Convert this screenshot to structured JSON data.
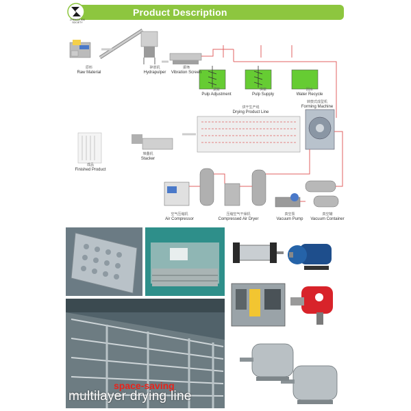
{
  "header": {
    "title": "Product Description",
    "logo_text": "ZHENGZHOU SOCIETY"
  },
  "diagram": {
    "steps": {
      "raw_material": {
        "zh": "原料",
        "en": "Raw Material"
      },
      "hydrapulper": {
        "zh": "碎浆机",
        "en": "Hydrapulper"
      },
      "vibration_screen": {
        "zh": "振筛",
        "en": "Vibration Screen"
      },
      "pulp_adjustment": {
        "zh": "调浆",
        "en": "Pulp Adjustment"
      },
      "pulp_supply": {
        "zh": "供浆",
        "en": "Pulp Supply"
      },
      "water_recycle": {
        "zh": "回水",
        "en": "Water Recycle"
      },
      "forming_machine": {
        "zh": "转鼓式成型机",
        "en": "Forming Machine"
      },
      "drying_line": {
        "zh": "烘干生产线",
        "en": "Drying Product Line"
      },
      "finished_product": {
        "zh": "成品",
        "en": "Finished Product"
      },
      "stacker": {
        "zh": "堆叠机",
        "en": "Stacker"
      },
      "air_compressor": {
        "zh": "空气压缩机",
        "en": "Air Compressor"
      },
      "air_dryer": {
        "zh": "压缩空气干燥机",
        "en": "Compressed Air Dryer"
      },
      "vacuum_pump": {
        "zh": "真空泵",
        "en": "Vacuum Pump"
      },
      "vacuum_container": {
        "zh": "真空罐",
        "en": "Vacuum Container"
      }
    }
  },
  "photos": {
    "caption_red": "space-saving",
    "caption_white": "multilayer drying line"
  },
  "colors": {
    "banner_green": "#8dc63f",
    "pipe_red": "#e06060",
    "water_green": "#66cc33",
    "caption_red": "#e8231b"
  }
}
